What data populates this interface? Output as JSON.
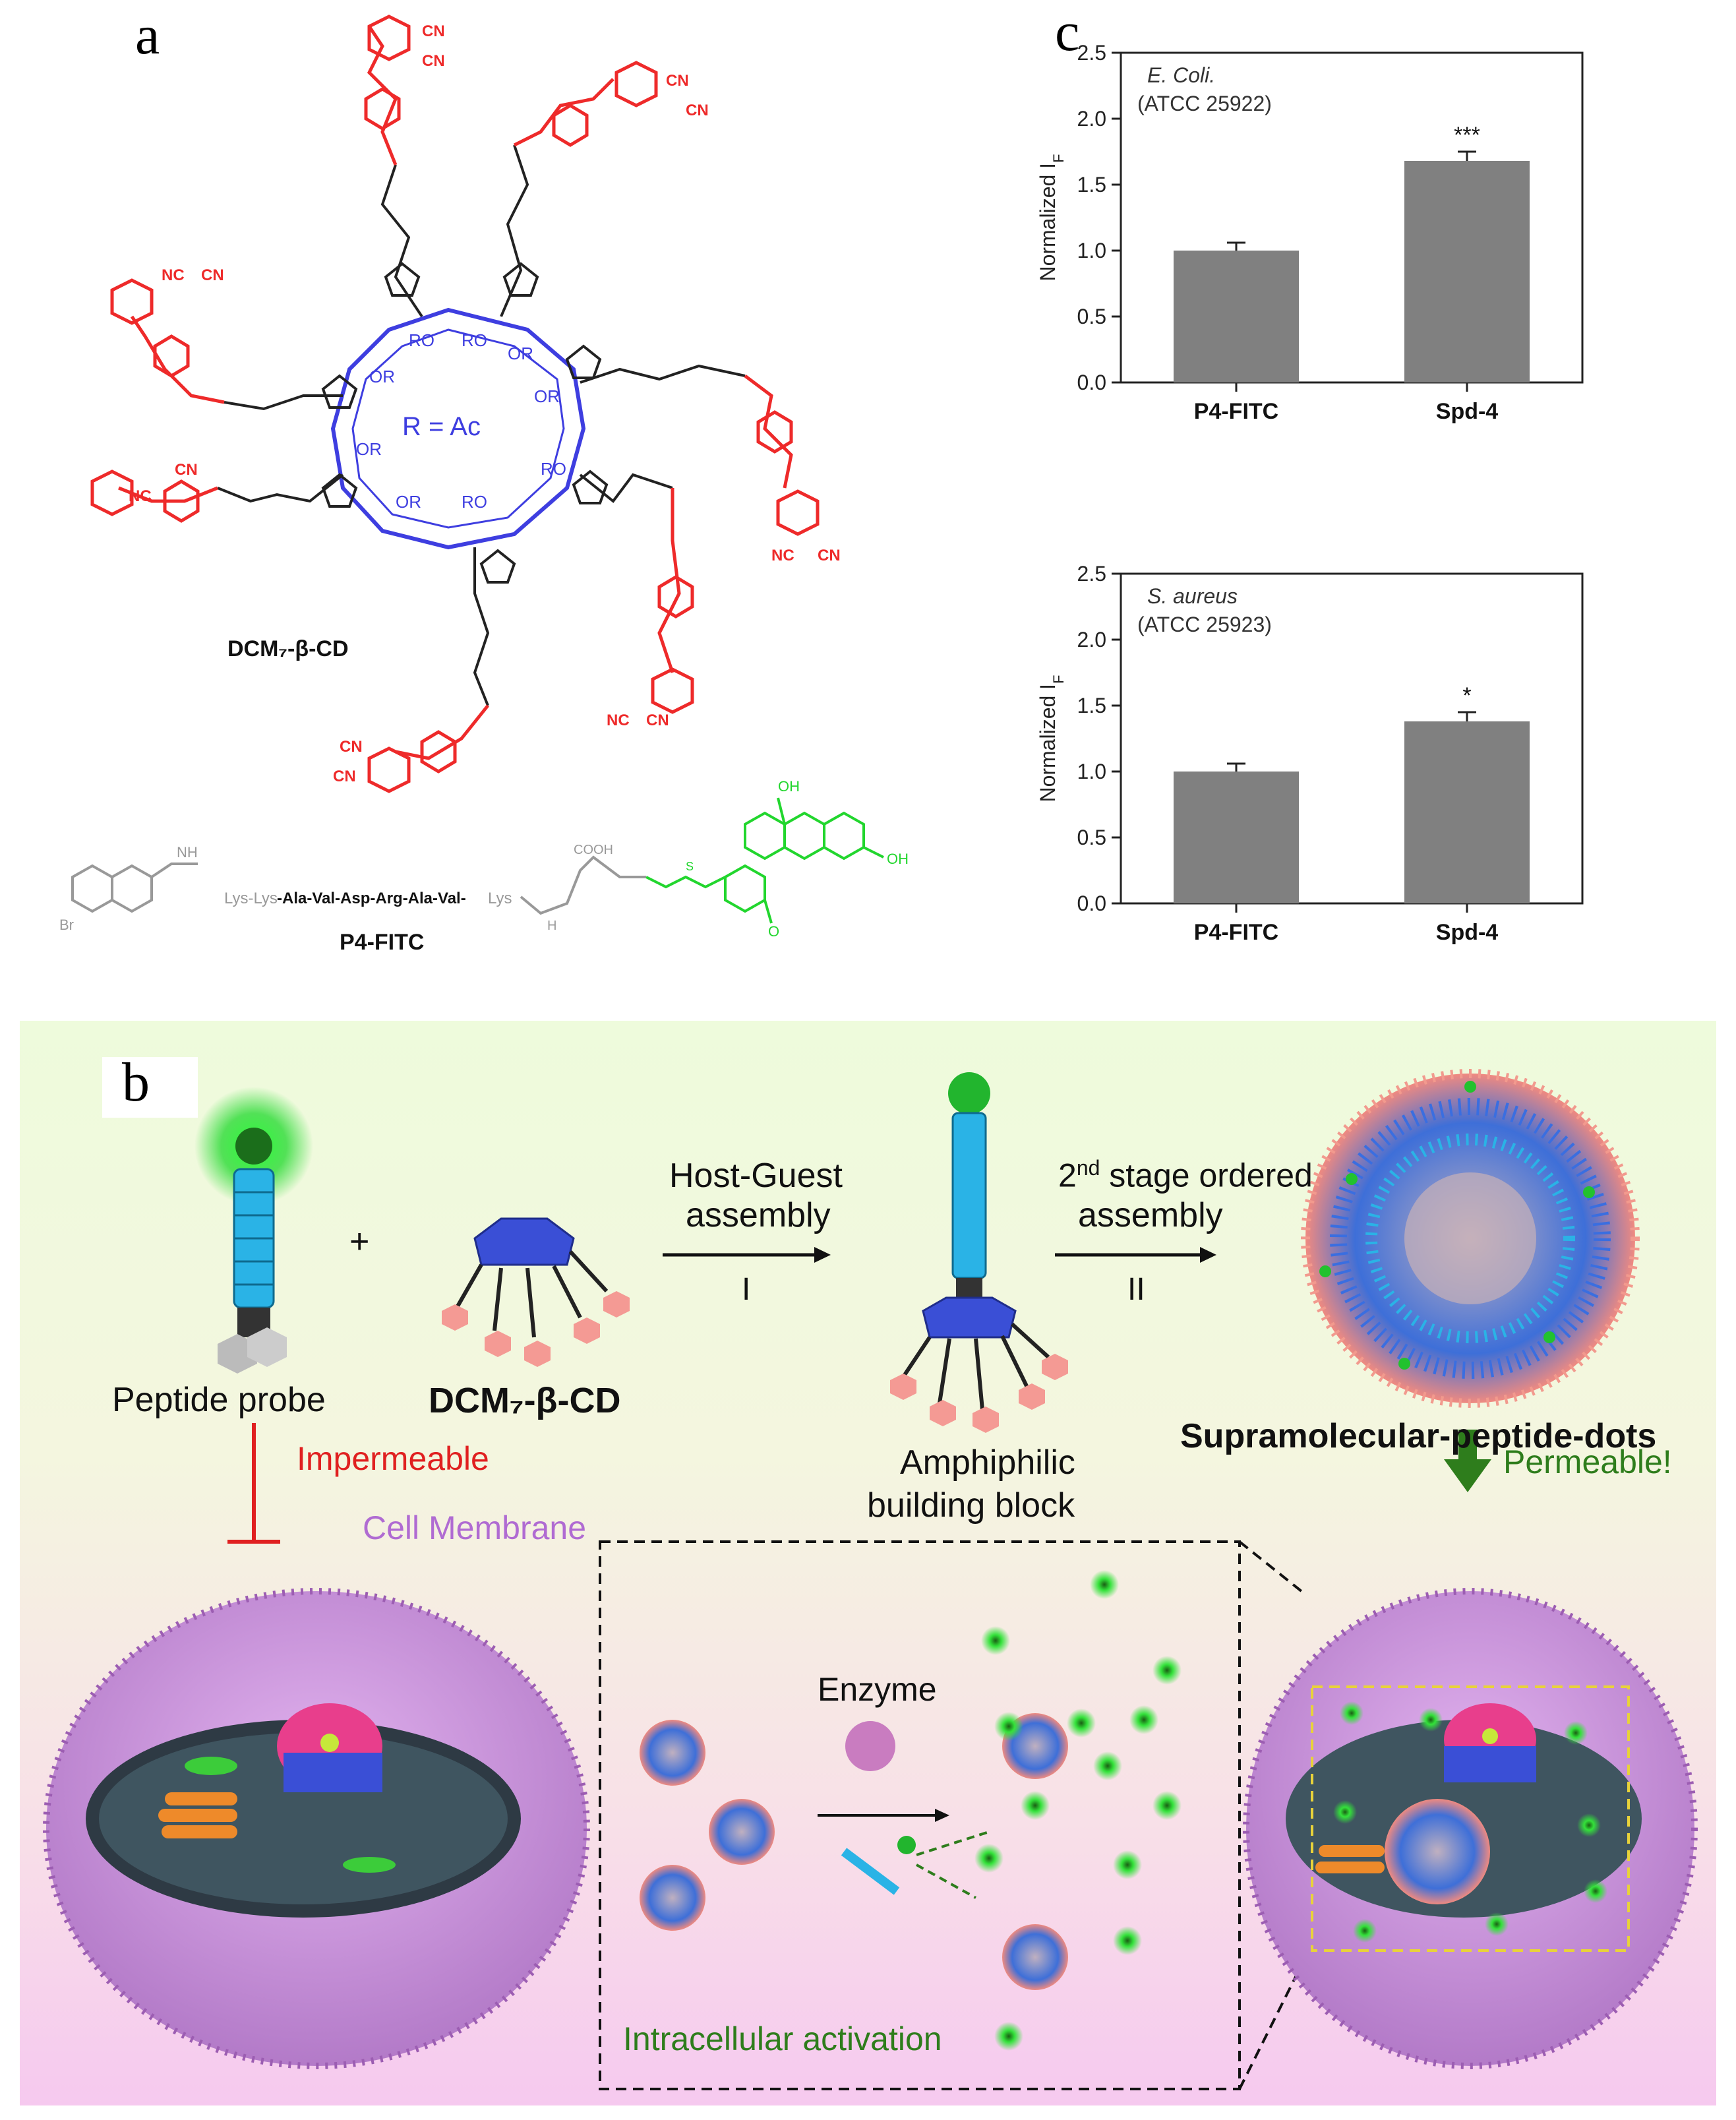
{
  "panels": {
    "a": "a",
    "b": "b",
    "c": "c"
  },
  "panel_a": {
    "core_label": "R = Ac",
    "molecule_label": "DCM₇-β-CD",
    "ro_label": "RO",
    "or_label": "OR",
    "nc_label": "NC",
    "cn_label": "CN",
    "peptide": {
      "grey_part": "Lys-Lys",
      "bold_part": "-Ala-Val-Asp-Arg-Ala-Val-",
      "tail_part": "Lys",
      "name": "P4-FITC",
      "br": "Br",
      "nh": "NH",
      "cooh": "COOH",
      "h": "H",
      "s": "S",
      "oh": "OH",
      "o": "O"
    }
  },
  "panel_b": {
    "plus": "+",
    "peptide_probe": "Peptide probe",
    "dcm": "DCM₇-β-CD",
    "arrow1_text1": "Host-Guest",
    "arrow1_text2": "assembly",
    "arrow1_roman": "I",
    "amphiphilic1": "Amphiphilic",
    "amphiphilic2": "building block",
    "arrow2_line1": "2nd stage ordered",
    "arrow2_line1_sup": "nd",
    "arrow2_line2": "assembly",
    "arrow2_roman": "II",
    "spd": "Supramolecular-peptide-dots",
    "impermeable": "Impermeable",
    "cell_membrane": "Cell Membrane",
    "permeable": "Permeable!",
    "enzyme": "Enzyme",
    "intracellular": "Intracellular activation"
  },
  "colors": {
    "red_chain": "#ee2a2a",
    "blue_core": "#3e3ee0",
    "green_fitc": "#22d62e",
    "bar": "#808080",
    "membrane": "#c98bdc",
    "permeable_arrow": "#2e7d1c",
    "impermeable": "#e02020"
  },
  "chart_data": [
    {
      "type": "bar",
      "title": "E. Coli.",
      "subtitle": "(ATCC 25922)",
      "categories": [
        "P4-FITC",
        "Spd-4"
      ],
      "values": [
        1.0,
        1.68
      ],
      "errors": [
        0.06,
        0.07
      ],
      "significance": [
        "",
        "***"
      ],
      "ylabel": "Normalized I",
      "ylabel_sub": "F",
      "ylim": [
        0,
        2.5
      ],
      "yticks": [
        "0.0",
        "0.5",
        "1.0",
        "1.5",
        "2.0",
        "2.5"
      ]
    },
    {
      "type": "bar",
      "title": "S. aureus",
      "subtitle": "(ATCC 25923)",
      "categories": [
        "P4-FITC",
        "Spd-4"
      ],
      "values": [
        1.0,
        1.38
      ],
      "errors": [
        0.06,
        0.07
      ],
      "significance": [
        "",
        "*"
      ],
      "ylabel": "Normalized I",
      "ylabel_sub": "F",
      "ylim": [
        0,
        2.5
      ],
      "yticks": [
        "0.0",
        "0.5",
        "1.0",
        "1.5",
        "2.0",
        "2.5"
      ]
    }
  ]
}
